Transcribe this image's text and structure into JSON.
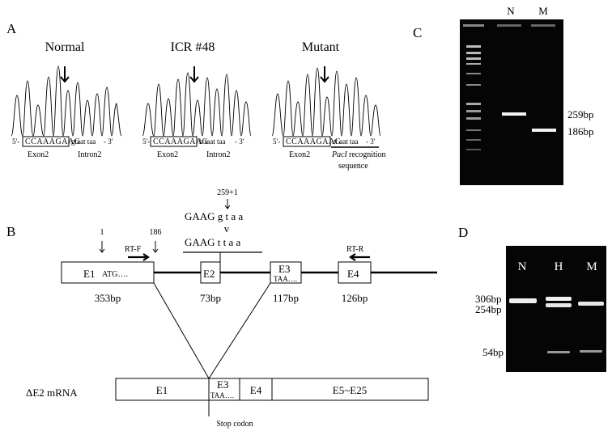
{
  "panel_a": {
    "label": "A",
    "traces": [
      {
        "title": "Normal",
        "boxed": "CCAAAGAAG",
        "tail": "gtaat taa",
        "prefix": "5'-",
        "suffix": "- 3'",
        "exon": "Exon2",
        "intron": "Intron2"
      },
      {
        "title": "ICR #48",
        "boxed": "CCAAAGAAG",
        "tail": "k taat taa",
        "prefix": "5'-",
        "suffix": "- 3'",
        "exon": "Exon2",
        "intron": "Intron2"
      },
      {
        "title": "Mutant",
        "boxed": "CCAAAGAAG",
        "tail": "tt aat taa",
        "prefix": "5'-",
        "suffix": "- 3'",
        "exon": "Exon2",
        "intron_italic": "PacI",
        "intron_rest": " recognition",
        "intron_line2": "sequence"
      }
    ]
  },
  "panel_b": {
    "label": "B",
    "pos_1": "1",
    "pos_186": "186",
    "pos_259": "259+1",
    "seq_normal": "GAAG g t a a",
    "seq_mutant": "GAAG t t a a",
    "caret": "v",
    "rt_f": "RT-F",
    "rt_r": "RT-R",
    "e1": "E1",
    "atg": "ATG….",
    "e2": "E2",
    "e3": "E3",
    "taa": "TAA….",
    "e4": "E4",
    "sizes": [
      "353bp",
      "73bp",
      "117bp",
      "126bp"
    ],
    "mrna_label": "ΔE2 mRNA",
    "mrna_e1": "E1",
    "mrna_e3": "E3",
    "mrna_taa": "TAA….",
    "mrna_e4": "E4",
    "mrna_e5": "E5~E25",
    "stop": "Stop codon"
  },
  "panel_c": {
    "label": "C",
    "lanes": [
      "N",
      "M"
    ],
    "band_labels": [
      "259bp",
      "186bp"
    ]
  },
  "panel_d": {
    "label": "D",
    "lanes": [
      "N",
      "H",
      "M"
    ],
    "band_labels": [
      "306bp",
      "254bp",
      "54bp"
    ]
  }
}
